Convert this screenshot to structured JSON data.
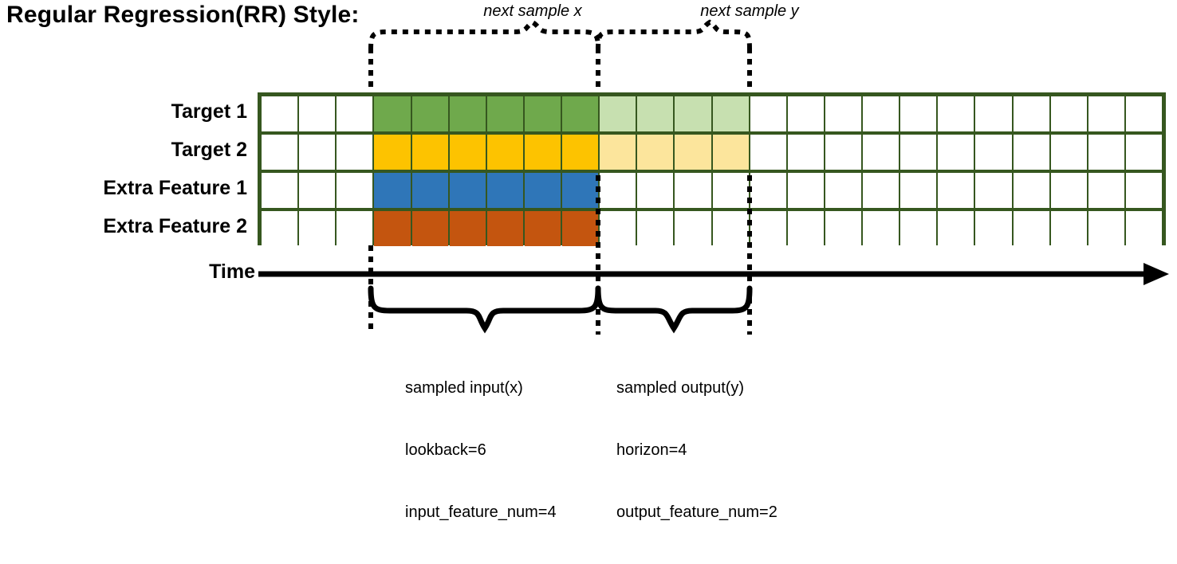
{
  "title": "Regular Regression(RR) Style:",
  "annotations": {
    "next_sample_x": "next sample x",
    "next_sample_y": "next sample y"
  },
  "axis": {
    "time_label": "Time"
  },
  "rows": [
    {
      "label": "Target 1",
      "color_key": "green"
    },
    {
      "label": "Target 2",
      "color_key": "gold"
    },
    {
      "label": "Extra Feature 1",
      "color_key": "blue"
    },
    {
      "label": "Extra Feature 2",
      "color_key": "orange"
    }
  ],
  "descriptions": {
    "input": {
      "line1": "sampled input(x)",
      "line2": "lookback=6",
      "line3": "input_feature_num=4"
    },
    "output": {
      "line1": "sampled output(y)",
      "line2": "horizon=4",
      "line3": "output_feature_num=2"
    }
  },
  "colors": {
    "grid_border": "#36571f",
    "green": "#6fa94c",
    "green_light": "#c7e0b0",
    "gold": "#fdc300",
    "gold_light": "#fce59c",
    "blue": "#2f76b8",
    "orange": "#c4550f",
    "empty": "#ffffff",
    "ink": "#000000"
  },
  "chart_data": {
    "type": "heatmap",
    "title": "Regular Regression(RR) Style:",
    "columns_total": 24,
    "lookback": 6,
    "horizon": 4,
    "input_feature_num": 4,
    "output_feature_num": 2,
    "lead_blank_columns": 3,
    "input_start_col": 3,
    "input_end_col": 9,
    "output_start_col": 9,
    "output_end_col": 13,
    "row_names": [
      "Target 1",
      "Target 2",
      "Extra Feature 1",
      "Extra Feature 2"
    ],
    "cells": [
      [
        "empty",
        "empty",
        "empty",
        "green",
        "green",
        "green",
        "green",
        "green",
        "green",
        "green_light",
        "green_light",
        "green_light",
        "green_light",
        "empty",
        "empty",
        "empty",
        "empty",
        "empty",
        "empty",
        "empty",
        "empty",
        "empty",
        "empty",
        "empty"
      ],
      [
        "empty",
        "empty",
        "empty",
        "gold",
        "gold",
        "gold",
        "gold",
        "gold",
        "gold",
        "gold_light",
        "gold_light",
        "gold_light",
        "gold_light",
        "empty",
        "empty",
        "empty",
        "empty",
        "empty",
        "empty",
        "empty",
        "empty",
        "empty",
        "empty",
        "empty"
      ],
      [
        "empty",
        "empty",
        "empty",
        "blue",
        "blue",
        "blue",
        "blue",
        "blue",
        "blue",
        "empty",
        "empty",
        "empty",
        "empty",
        "empty",
        "empty",
        "empty",
        "empty",
        "empty",
        "empty",
        "empty",
        "empty",
        "empty",
        "empty",
        "empty"
      ],
      [
        "empty",
        "empty",
        "empty",
        "orange",
        "orange",
        "orange",
        "orange",
        "orange",
        "orange",
        "empty",
        "empty",
        "empty",
        "empty",
        "empty",
        "empty",
        "empty",
        "empty",
        "empty",
        "empty",
        "empty",
        "empty",
        "empty",
        "empty",
        "empty"
      ]
    ],
    "xlabel": "Time",
    "ylabel": "",
    "legend": [
      "next sample x",
      "next sample y"
    ]
  }
}
